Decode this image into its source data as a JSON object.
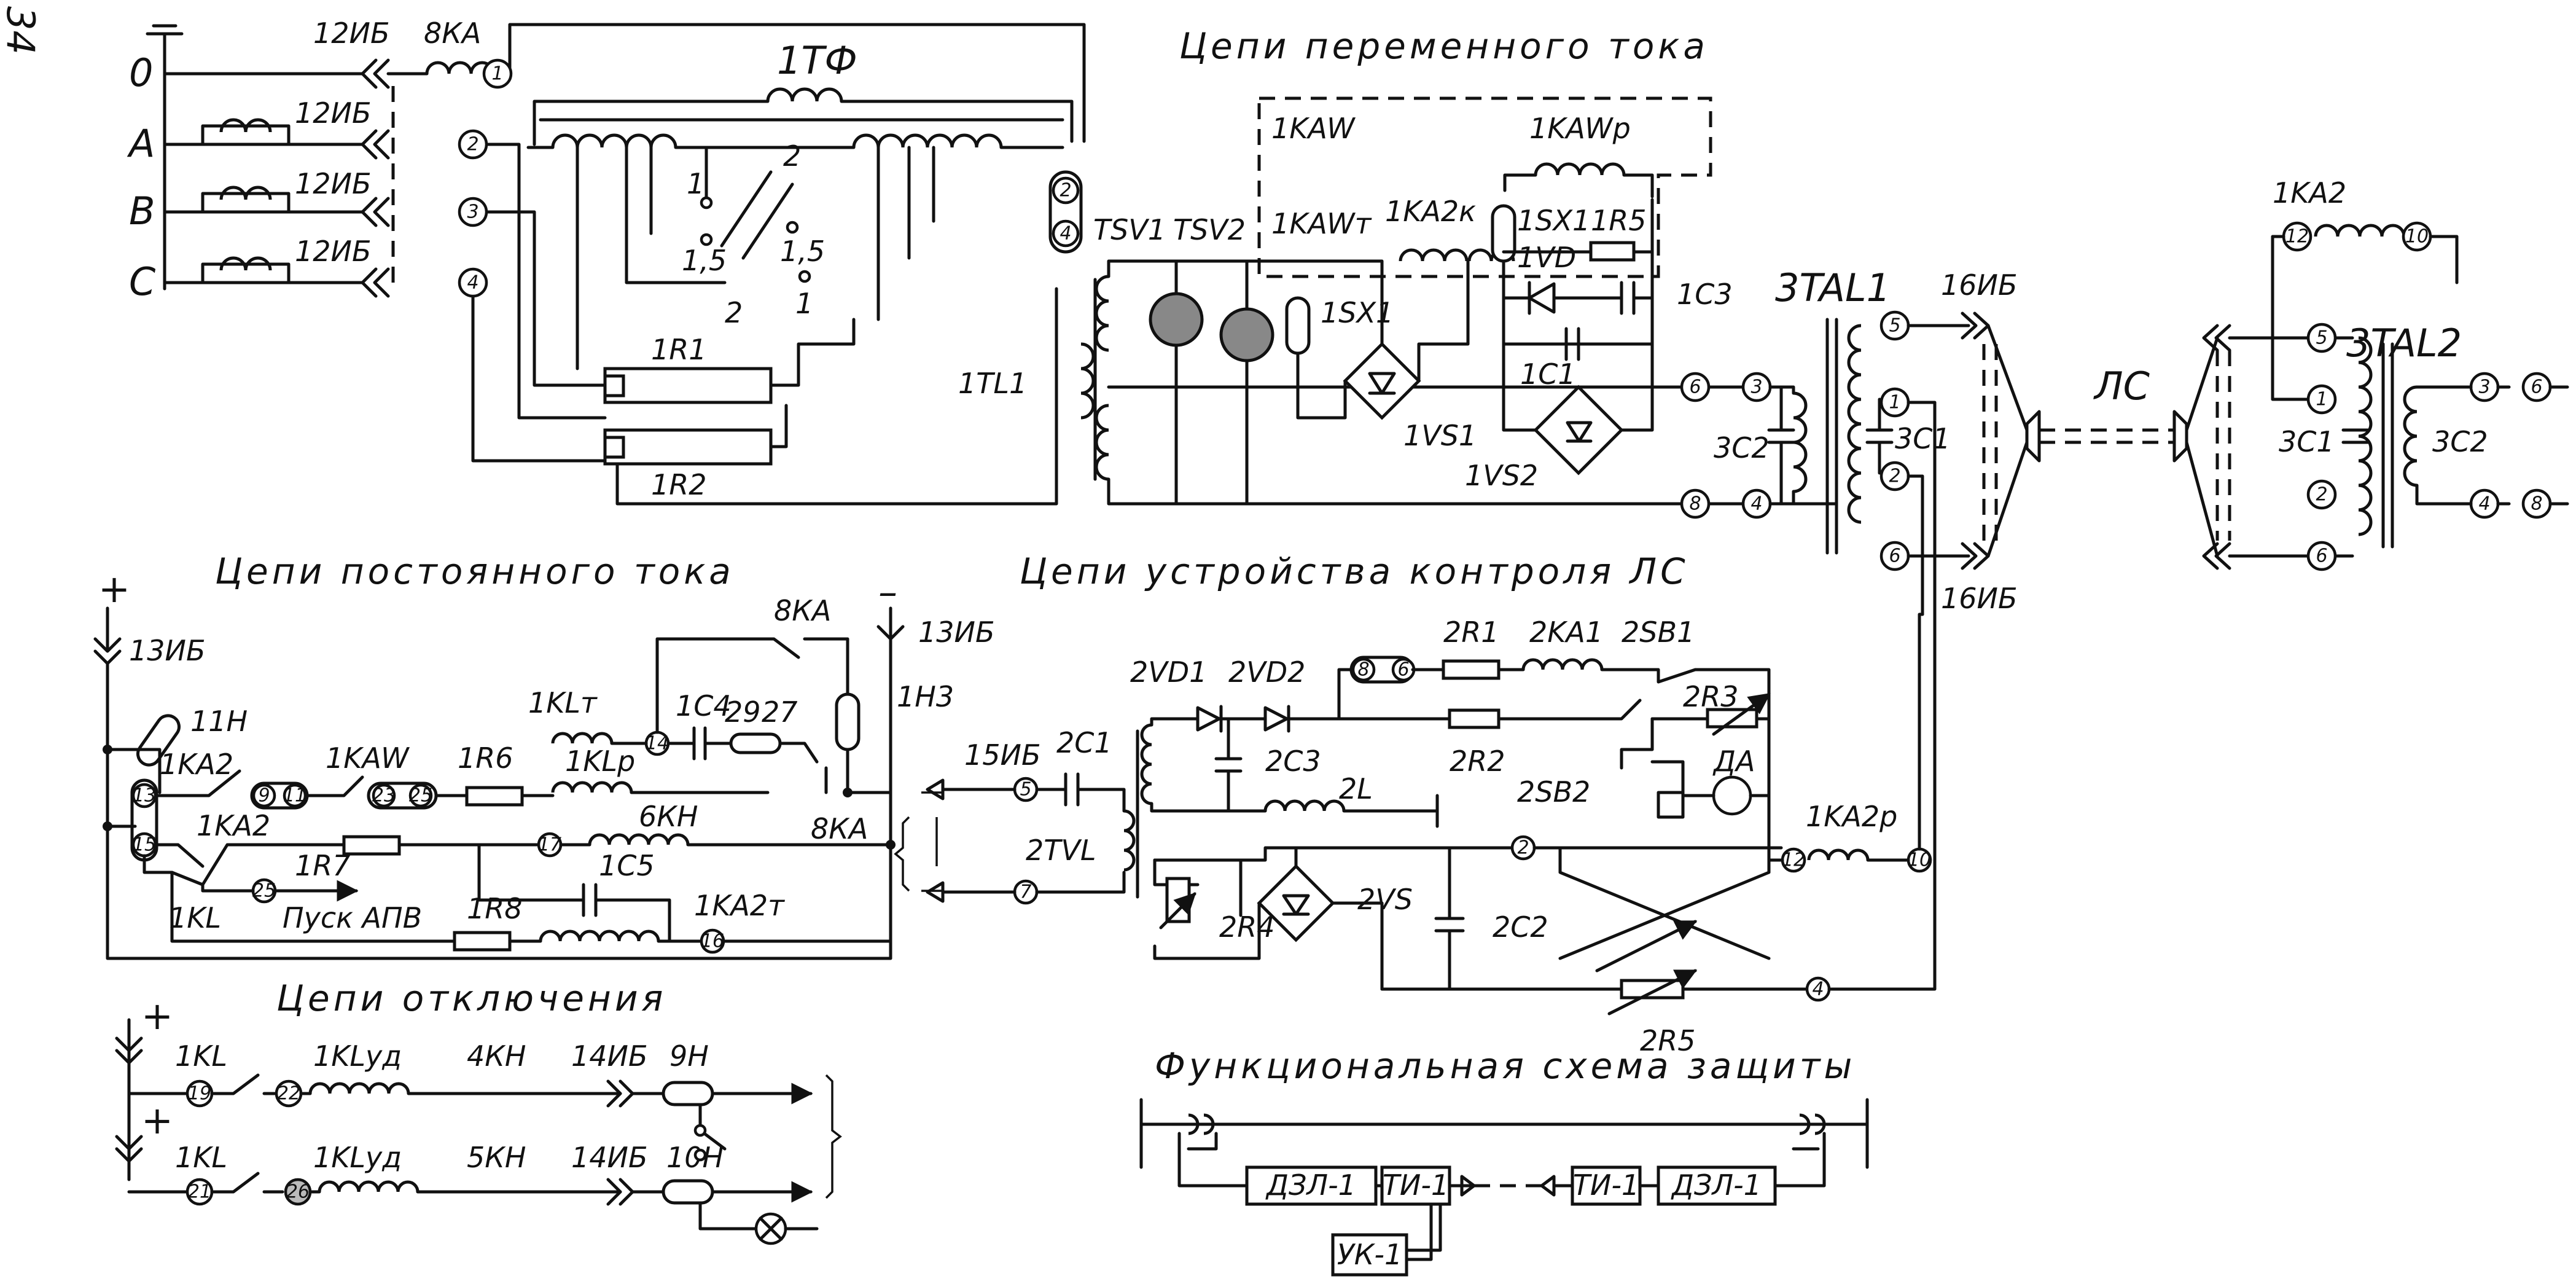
{
  "page_number": "34",
  "sections": {
    "ac": "Цепи переменного тока",
    "dc": "Цепи постоянного тока",
    "lc": "Цепи устройства контроля ЛС",
    "trip": "Цепи отключения",
    "func": "Функциональная схема защиты"
  },
  "ac_labels": {
    "phase_0": "0",
    "phase_a": "A",
    "phase_b": "B",
    "phase_c": "C",
    "ib12_0": "12ИБ",
    "ib12_a": "12ИБ",
    "ib12_b": "12ИБ",
    "ib12_c": "12ИБ",
    "ka8": "8КА",
    "tf1": "1ТФ",
    "kaw1": "1KAW",
    "kawt": "1KAWт",
    "kawp": "1KAWр",
    "ka2k": "1KA2к",
    "sx1a": "1SX1",
    "sx1b": "1SX1",
    "r5": "1R5",
    "vd1": "1VD",
    "c3": "1C3",
    "c1": "1C1",
    "vs1": "1VS1",
    "vs2": "1VS2",
    "tsv1": "TSV1",
    "tsv2": "TSV2",
    "tl1": "1TL1",
    "r1": "1R1",
    "r2": "1R2",
    "tap1a": "1",
    "tap15a": "1,5",
    "tap2a": "2",
    "tap1b": "1",
    "tap15b": "1,5",
    "tap2b": "2",
    "tal1": "3TAL1",
    "tal2": "3TAL2",
    "ib16a": "16ИБ",
    "ib16b": "16ИБ",
    "ls": "ЛС",
    "c2": "3C2",
    "c1r": "3C1",
    "c1b": "3C1",
    "c2b": "3C2",
    "ka2": "1KA2"
  },
  "ac_nodes": [
    "1",
    "2",
    "3",
    "4",
    "2",
    "4",
    "6",
    "3",
    "8",
    "4",
    "5",
    "1",
    "2",
    "6",
    "12",
    "10",
    "5",
    "1",
    "2",
    "6",
    "3",
    "6",
    "4",
    "8"
  ],
  "dc_labels": {
    "plus": "+",
    "minus": "–",
    "ib13a": "13ИБ",
    "ib13b": "13ИБ",
    "h11": "11Н",
    "ka2a": "1KA2",
    "ka2b": "1KA2",
    "kaw": "1KAW",
    "r6": "1R6",
    "klt": "1KLт",
    "klp": "1KLр",
    "c4": "1C4",
    "n29": "29",
    "n27": "27",
    "ka8a": "8КА",
    "ka8b": "8КА",
    "h3": "1Н3",
    "kh6": "6КН",
    "r7": "1R7",
    "pusk": "Пуск АПВ",
    "kl": "1KL",
    "r8": "1R8",
    "c5": "1C5",
    "ka2t": "1KA2т"
  },
  "dc_nodes": [
    "13",
    "15",
    "9",
    "11",
    "23",
    "25",
    "14",
    "17",
    "25",
    "16"
  ],
  "lc_labels": {
    "ib15": "15ИБ",
    "c21": "2C1",
    "tvl": "2TVL",
    "vd21": "2VD1",
    "vd22": "2VD2",
    "c23": "2C3",
    "l2": "2L",
    "r21": "2R1",
    "ka21": "2KA1",
    "sb21": "2SB1",
    "r23": "2R3",
    "r22": "2R2",
    "sb22": "2SB2",
    "da": "ДА",
    "r24": "2R4",
    "vs2": "2VS",
    "c22": "2C2",
    "r25": "2R5",
    "ka2p": "1KA2р"
  },
  "lc_nodes": [
    "5",
    "7",
    "8",
    "6",
    "2",
    "12",
    "10",
    "4"
  ],
  "trip_labels": {
    "plus1": "+",
    "plus2": "+",
    "kl1": "1KL",
    "kl2": "1KL",
    "klud1": "1KLуд",
    "klud2": "1KLуд",
    "kh4": "4КН",
    "kh5": "5КН",
    "ib14a": "14ИБ",
    "ib14b": "14ИБ",
    "h9": "9Н",
    "h10": "10Н"
  },
  "trip_nodes": [
    "19",
    "22",
    "21",
    "26"
  ],
  "func_blocks": {
    "dzl_left": "ДЗЛ-1",
    "ti_left": "ТИ-1",
    "ti_right": "ТИ-1",
    "dzl_right": "ДЗЛ-1",
    "uk": "УК-1"
  }
}
